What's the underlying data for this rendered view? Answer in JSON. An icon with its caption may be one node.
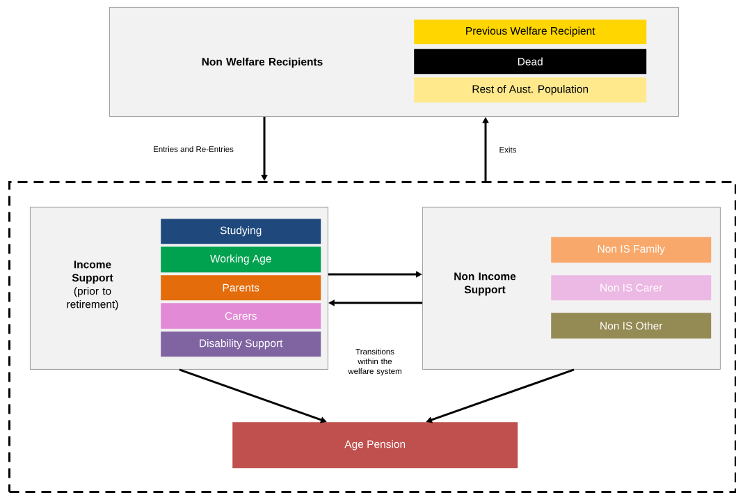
{
  "diagram": {
    "nodes": [
      {
        "text": [
          "Non Welfare Recipients"
        ]
      },
      {
        "text": [
          "Previous Welfare Recipient"
        ],
        "in": 0
      },
      {
        "text": [
          "Dead"
        ],
        "in": 0
      },
      {
        "text": [
          "Rest of Aust. Population"
        ],
        "in": 0
      },
      {
        "text": [],
        "shape": "box"
      },
      {
        "text": [
          "**Income Support** (prior to retirement)"
        ],
        "in": 4
      },
      {
        "text": [
          "Studying"
        ],
        "in": 5
      },
      {
        "text": [
          "Working Age"
        ],
        "in": 5
      },
      {
        "text": [
          "Parents"
        ],
        "in": 5
      },
      {
        "text": [
          "Carers"
        ],
        "in": 5
      },
      {
        "text": [
          "Disability Support"
        ],
        "in": 5
      },
      {
        "text": [
          "Non Income Support"
        ],
        "in": 4
      },
      {
        "text": [
          "Non IS Family"
        ],
        "in": 11
      },
      {
        "text": [
          "Non IS Carer"
        ],
        "in": 11
      },
      {
        "text": [
          "Non IS Other"
        ],
        "in": 11
      },
      {
        "text": [
          "Age Pension"
        ],
        "in": 4
      }
    ],
    "edges": [
      {
        "from": 0,
        "to": 4,
        "arrow": "to",
        "label": "Entries and Re-Entries"
      },
      {
        "from": 4,
        "to": 0,
        "arrow": "to",
        "label": "Exits"
      },
      {
        "from": 5,
        "to": 11,
        "arrow": "to"
      },
      {
        "from": 11,
        "to": 5,
        "arrow": "to"
      },
      {
        "from": 5,
        "to": 15,
        "arrow": "to"
      },
      {
        "from": 11,
        "to": 15,
        "arrow": "to"
      }
    ],
    "labels": [
      "Transitions within the welfare system"
    ]
  }
}
